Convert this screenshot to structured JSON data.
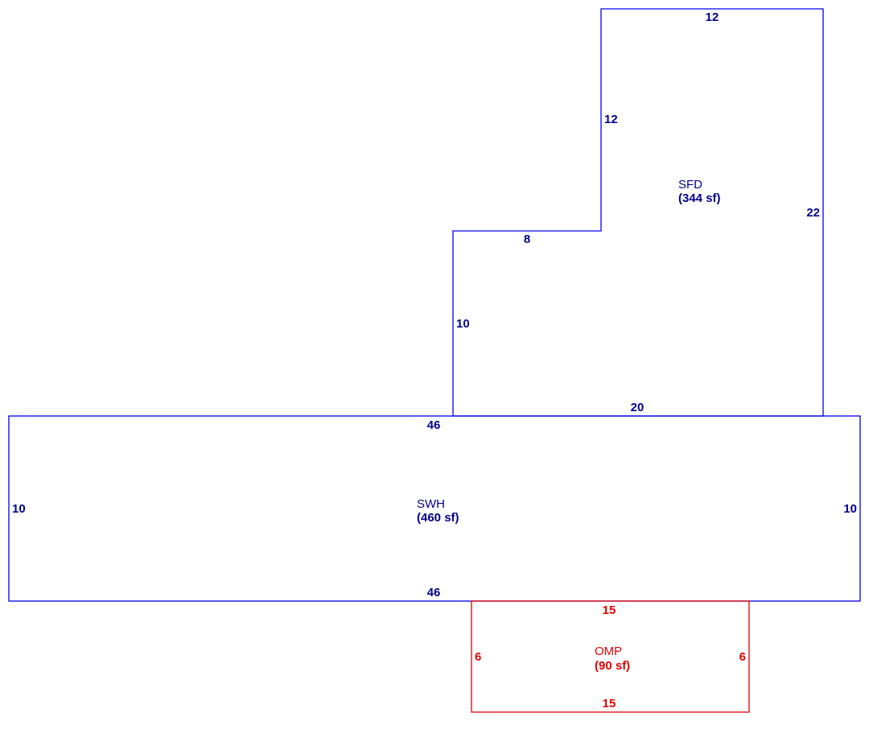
{
  "colors": {
    "living": "#0000ee",
    "porch": "#e00000",
    "dim_living": "#00008b",
    "dim_porch": "#e00000"
  },
  "areas": {
    "sfd": {
      "name": "SFD",
      "size": "(344 sf)"
    },
    "swh": {
      "name": "SWH",
      "size": "(460 sf)"
    },
    "omp": {
      "name": "OMP",
      "size": "(90 sf)"
    }
  },
  "dims": {
    "sfd_top": "12",
    "sfd_inner_left": "12",
    "sfd_right": "22",
    "sfd_step": "8",
    "sfd_left": "10",
    "sfd_bottom": "20",
    "swh_top": "46",
    "swh_left": "10",
    "swh_right": "10",
    "swh_bottom": "46",
    "omp_top": "15",
    "omp_left": "6",
    "omp_right": "6",
    "omp_bottom": "15"
  }
}
